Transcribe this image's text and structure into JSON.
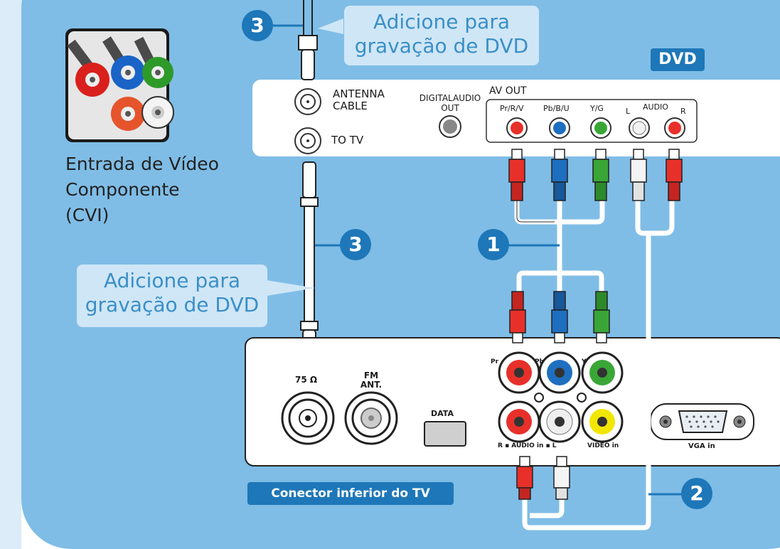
{
  "cvi": {
    "caption_line1": "Entrada de Vídeo",
    "caption_line2": "Componente",
    "caption_line3": "(CVI)"
  },
  "callouts": {
    "top": [
      "Adicione para",
      "gravação de DVD"
    ],
    "left": [
      "Adicione para",
      "gravação de DVD"
    ]
  },
  "badges": {
    "one": "1",
    "two": "2",
    "three_top": "3",
    "three_mid": "3"
  },
  "dvd": {
    "tag": "DVD",
    "antenna_line1": "ANTENNA",
    "antenna_line2": "CABLE",
    "to_tv": "TO TV",
    "digital_audio_line1": "DIGITALAUDIO",
    "digital_audio_line2": "OUT",
    "av_out": "AV OUT",
    "pr": "Pr/R/V",
    "pb": "Pb/B/U",
    "yg": "Y/G",
    "audio_l": "L",
    "audio": "AUDIO",
    "audio_r": "R"
  },
  "tv": {
    "tag": "Conector inferior do TV",
    "ohm": "75 Ω",
    "fm_line1": "FM",
    "fm_line2": "ANT.",
    "data": "DATA",
    "pr": "Pr",
    "pb": "Pb",
    "y": "Y",
    "audio_in": "R ▪ AUDIO in ▪ L",
    "video_in": "VIDEO in",
    "vga_in": "VGA in"
  },
  "colors": {
    "background": "#7fbde6",
    "badge": "#1e77b8",
    "callout_text": "#3a8fc7",
    "red": "#e8302a",
    "blue": "#1e6fc0",
    "green": "#3aa637",
    "white": "#f2f2f2",
    "yellow": "#f2e600",
    "orange": "#e9552a"
  }
}
